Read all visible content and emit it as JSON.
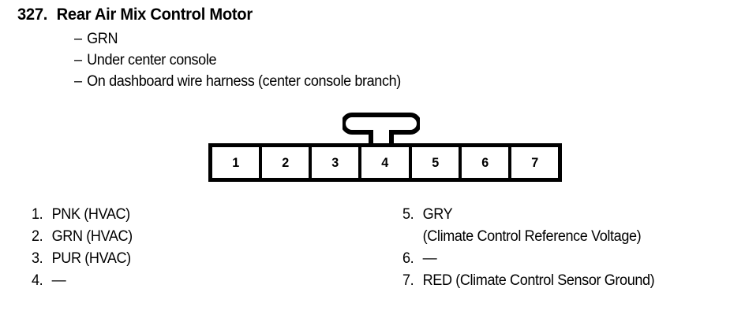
{
  "entry": {
    "number": "327.",
    "title": "Rear Air Mix Control Motor",
    "bullets": [
      {
        "dash": "–",
        "text": "GRN"
      },
      {
        "dash": "–",
        "text": "Under center console"
      },
      {
        "dash": "–",
        "text": "On dashboard wire harness (center console branch)"
      }
    ]
  },
  "connector": {
    "pin_count": 7,
    "pins": [
      {
        "number": "1"
      },
      {
        "number": "2"
      },
      {
        "number": "3"
      },
      {
        "number": "4"
      },
      {
        "number": "5"
      },
      {
        "number": "6"
      },
      {
        "number": "7"
      }
    ],
    "latch_over_pin": "4",
    "outline_color": "#000000",
    "fill_color": "#ffffff"
  },
  "pin_list": {
    "left_column": [
      {
        "index": "1.",
        "desc": "PNK (HVAC)",
        "sub": ""
      },
      {
        "index": "2.",
        "desc": "GRN (HVAC)",
        "sub": ""
      },
      {
        "index": "3.",
        "desc": "PUR (HVAC)",
        "sub": ""
      },
      {
        "index": "4.",
        "desc": "—",
        "sub": ""
      }
    ],
    "right_column": [
      {
        "index": "5.",
        "desc": "GRY",
        "sub": "(Climate Control Reference Voltage)"
      },
      {
        "index": "6.",
        "desc": "—",
        "sub": ""
      },
      {
        "index": "7.",
        "desc": "RED (Climate Control Sensor Ground)",
        "sub": ""
      }
    ]
  }
}
